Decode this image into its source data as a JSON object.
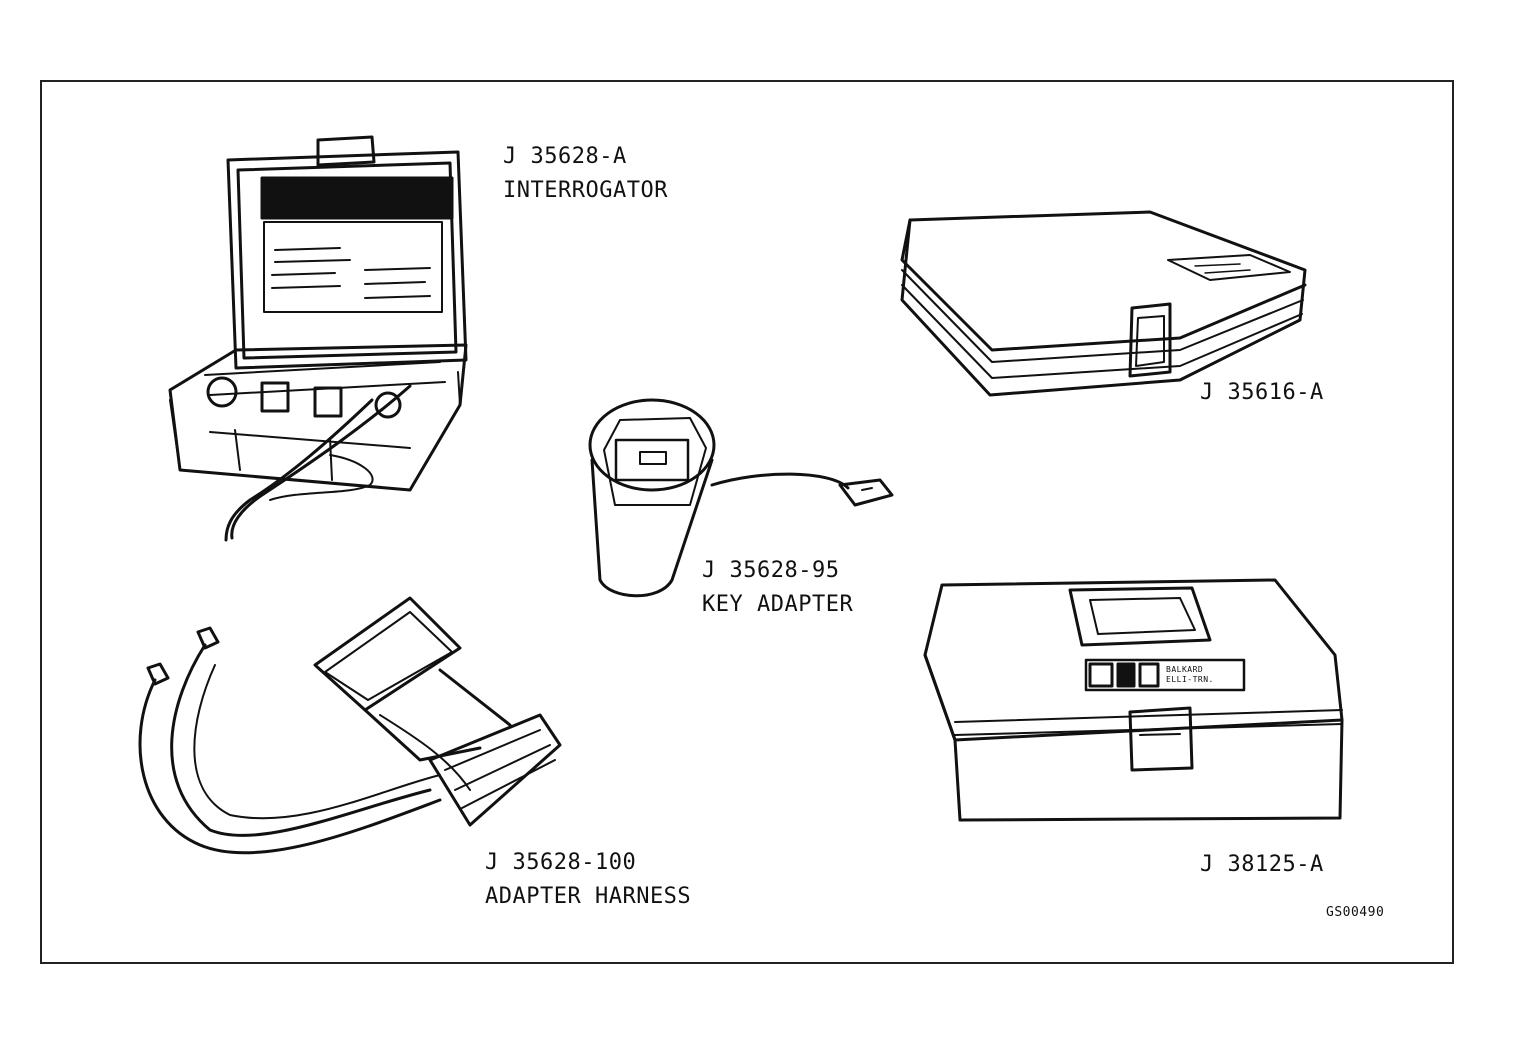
{
  "tools": {
    "interrogator": {
      "part_number": "J 35628-A",
      "description": "INTERROGATOR"
    },
    "case_small": {
      "part_number": "J 35616-A"
    },
    "key_adapter": {
      "part_number": "J 35628-95",
      "description": "KEY ADAPTER"
    },
    "toolbox": {
      "part_number": "J 38125-A"
    },
    "adapter_harness": {
      "part_number": "J 35628-100",
      "description": "ADAPTER HARNESS"
    }
  },
  "figure_code": "GS00490",
  "box_label": [
    "BALKARD",
    "ELLI-TRN."
  ],
  "colors": {
    "line": "#111111",
    "background": "#ffffff"
  }
}
